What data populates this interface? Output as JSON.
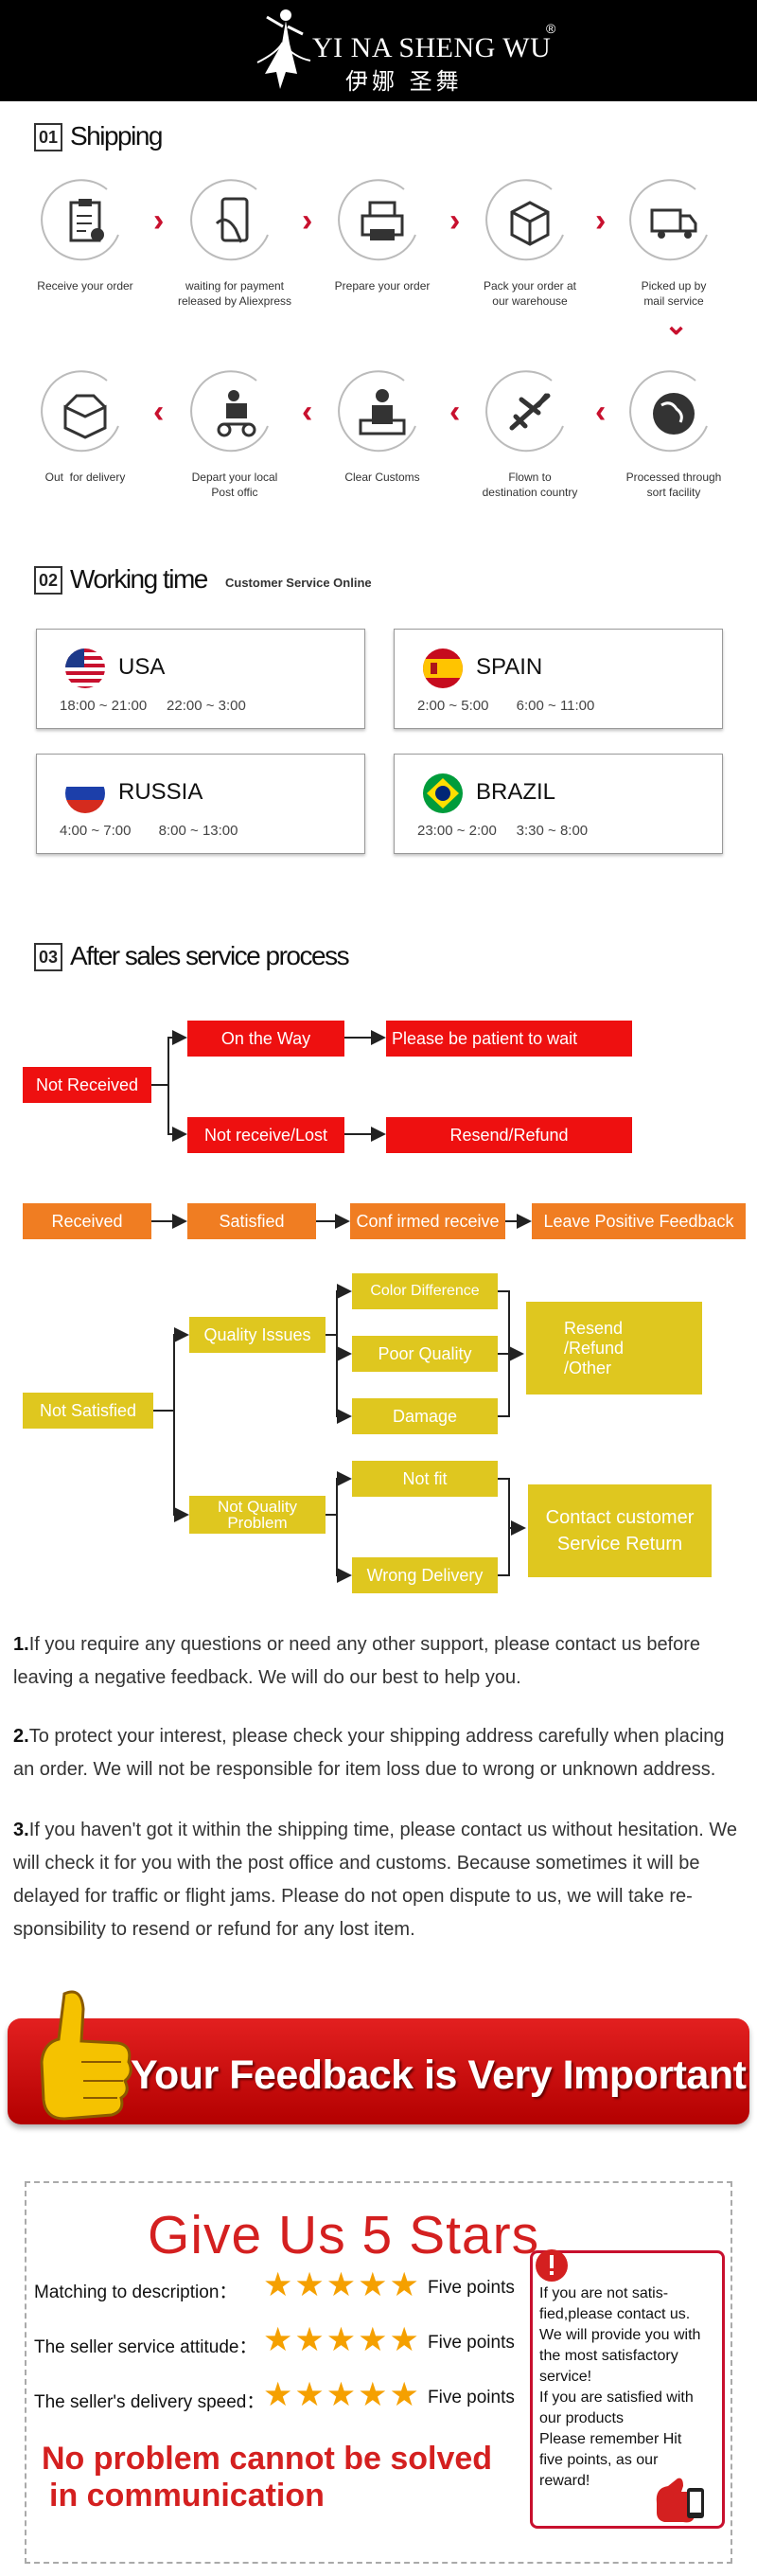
{
  "header": {
    "brand": "YI NA SHENG WU",
    "registered": "®",
    "brand_cn": "伊娜 圣舞"
  },
  "shipping": {
    "number": "01",
    "title": "Shipping",
    "steps_row1": [
      {
        "label": "Receive your order",
        "icon": "order-clipboard-icon"
      },
      {
        "label": "waiting for payment\nreleased by Aliexpress",
        "icon": "payment-card-icon"
      },
      {
        "label": "Prepare your order",
        "icon": "printer-icon"
      },
      {
        "label": "Pack your order at\nour warehouse",
        "icon": "package-box-icon"
      },
      {
        "label": "Picked up by\nmail service",
        "icon": "delivery-truck-icon"
      }
    ],
    "steps_row2": [
      {
        "label": "Out  for delivery",
        "icon": "open-box-icon"
      },
      {
        "label": "Depart your local\nPost offic",
        "icon": "courier-scooter-icon"
      },
      {
        "label": "Clear Customs",
        "icon": "customs-officer-icon"
      },
      {
        "label": "Flown to\ndestination country",
        "icon": "airplane-icon"
      },
      {
        "label": "Processed through\nsort facility",
        "icon": "globe-icon"
      }
    ]
  },
  "working_time": {
    "number": "02",
    "title": "Working time",
    "subtitle": "Customer Service Online",
    "regions": [
      {
        "country": "USA",
        "times": "18:00 ~ 21:00     22:00 ~ 3:00",
        "flag": "usa-flag"
      },
      {
        "country": "SPAIN",
        "times": "2:00 ~ 5:00       6:00 ~ 11:00",
        "flag": "spain-flag"
      },
      {
        "country": "RUSSIA",
        "times": "4:00 ~ 7:00       8:00 ~ 13:00",
        "flag": "russia-flag"
      },
      {
        "country": "BRAZIL",
        "times": "23:00 ~ 2:00     3:30 ~ 8:00",
        "flag": "brazil-flag"
      }
    ]
  },
  "after_sales": {
    "number": "03",
    "title": "After sales service process",
    "not_received": "Not Received",
    "on_the_way": "On the Way",
    "be_patient": "Please be patient to wait",
    "not_receive_lost": "Not receive/Lost",
    "resend_refund": "Resend/Refund",
    "received": "Received",
    "satisfied": "Satisfied",
    "confirmed_receive": "Conf irmed receive",
    "leave_feedback": "Leave Positive Feedback",
    "not_satisfied": "Not Satisfied",
    "quality_issues": "Quality Issues",
    "color_difference": "Color Difference",
    "poor_quality": "Poor Quality",
    "damage": "Damage",
    "resend_refund_other_1": "Resend",
    "resend_refund_other_2": "/Refund",
    "resend_refund_other_3": "/Other",
    "not_quality_problem_1": "Not Quality",
    "not_quality_problem_2": "Problem",
    "not_fit": "Not fit",
    "wrong_delivery": "Wrong Delivery",
    "contact_1": "Contact customer",
    "contact_2": "Service Return"
  },
  "notes": [
    {
      "num": "1.",
      "text": "If you require any questions or need any other support, please contact us before leaving a negative feedback. We will do our best to help you."
    },
    {
      "num": "2.",
      "text": "To protect your interest, please check your shipping address carefully when placing an order. We will not be responsible for item loss due to wrong or unknown address."
    },
    {
      "num": "3.",
      "text": "If you haven't got it within the shipping time, please contact us without hesitation. We will check it for you with the post office and customs. Because sometimes it will be delayed for traffic or flight jams. Please do not open dispute to us, we will take re-sponsibility to resend or refund for any lost item."
    }
  ],
  "feedback": {
    "banner": "Your Feedback is Very Important",
    "give_stars": "Give Us 5 Stars",
    "ratings": [
      {
        "label": "Matching to description：",
        "points": "Five points",
        "stars": 5
      },
      {
        "label": "The seller service attitude：",
        "points": "Five points",
        "stars": 5
      },
      {
        "label": "The seller's delivery speed：",
        "points": "Five points",
        "stars": 5
      }
    ],
    "slogan_1": "No problem cannot be solved",
    "slogan_2": "in communication",
    "note": "If you are not satis-\nfied,please contact us.\nWe will provide you with\nthe most satisfactory\nservice!\nIf you are satisfied with\nour products\nPlease remember Hit\nfive points, as our\nreward!",
    "colors": {
      "red": "#ee1010",
      "orange": "#f07d22",
      "yellow": "#dfc71f",
      "star": "#f5a000"
    }
  }
}
